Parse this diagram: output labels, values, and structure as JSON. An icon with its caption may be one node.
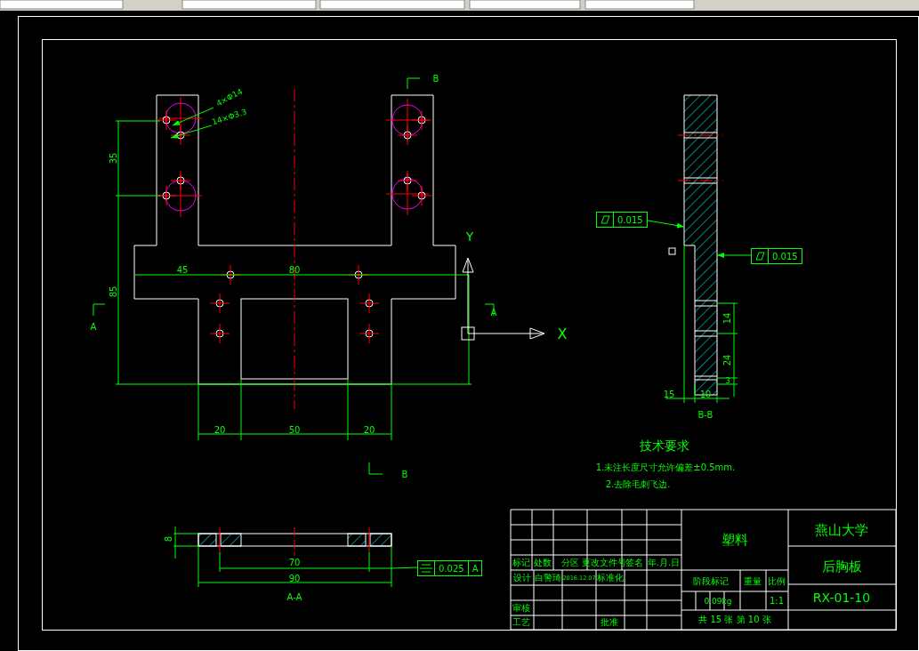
{
  "diagram": {
    "nodes": [
      {
        "text": [],
        "shape": "picture"
      },
      {
        "text": [],
        "shape": "picture"
      },
      {
        "text": [],
        "shape": "picture"
      },
      {
        "text": [
          "4×Φ14"
        ]
      },
      {
        "text": [
          "14×Φ3.3"
        ]
      },
      {
        "text": [
          "0.015"
        ]
      },
      {
        "text": [
          "0.015"
        ]
      },
      {
        "text": [
          "0.025",
          "A"
        ]
      }
    ],
    "edges": [
      {
        "from": 3,
        "to": 0,
        "arrow": "to"
      },
      {
        "from": 4,
        "to": 0,
        "arrow": "to"
      },
      {
        "from": 5,
        "to": 1,
        "arrow": "to"
      },
      {
        "from": 6,
        "to": 1,
        "arrow": "to"
      },
      {
        "from": 7,
        "to": 2,
        "arrow": "none"
      }
    ],
    "labels": [
      "B",
      "35",
      "Y",
      "45",
      "80",
      "85",
      "A",
      "A",
      "X",
      "20",
      "50",
      "20",
      "14",
      "24",
      "3",
      "15",
      "10",
      "B-B",
      "技术要求",
      "1.未注长度尺寸允许偏差±0.5mm.",
      "2.去除毛刺飞边.",
      "B",
      "8",
      "70",
      "90",
      "A-A",
      "塑料",
      "燕山大学",
      "标记",
      "处数",
      "分区",
      "更改文件号",
      "签名",
      "年.月.日",
      "后胸板",
      "设计",
      "白警琦",
      "2016.12.07",
      "标准化",
      "阶段标记",
      "重量",
      "比例",
      "0.09kg",
      "1:1",
      "RX-01-10",
      "审核",
      "工艺",
      "批准",
      "共 15 张 第 10 张"
    ]
  }
}
